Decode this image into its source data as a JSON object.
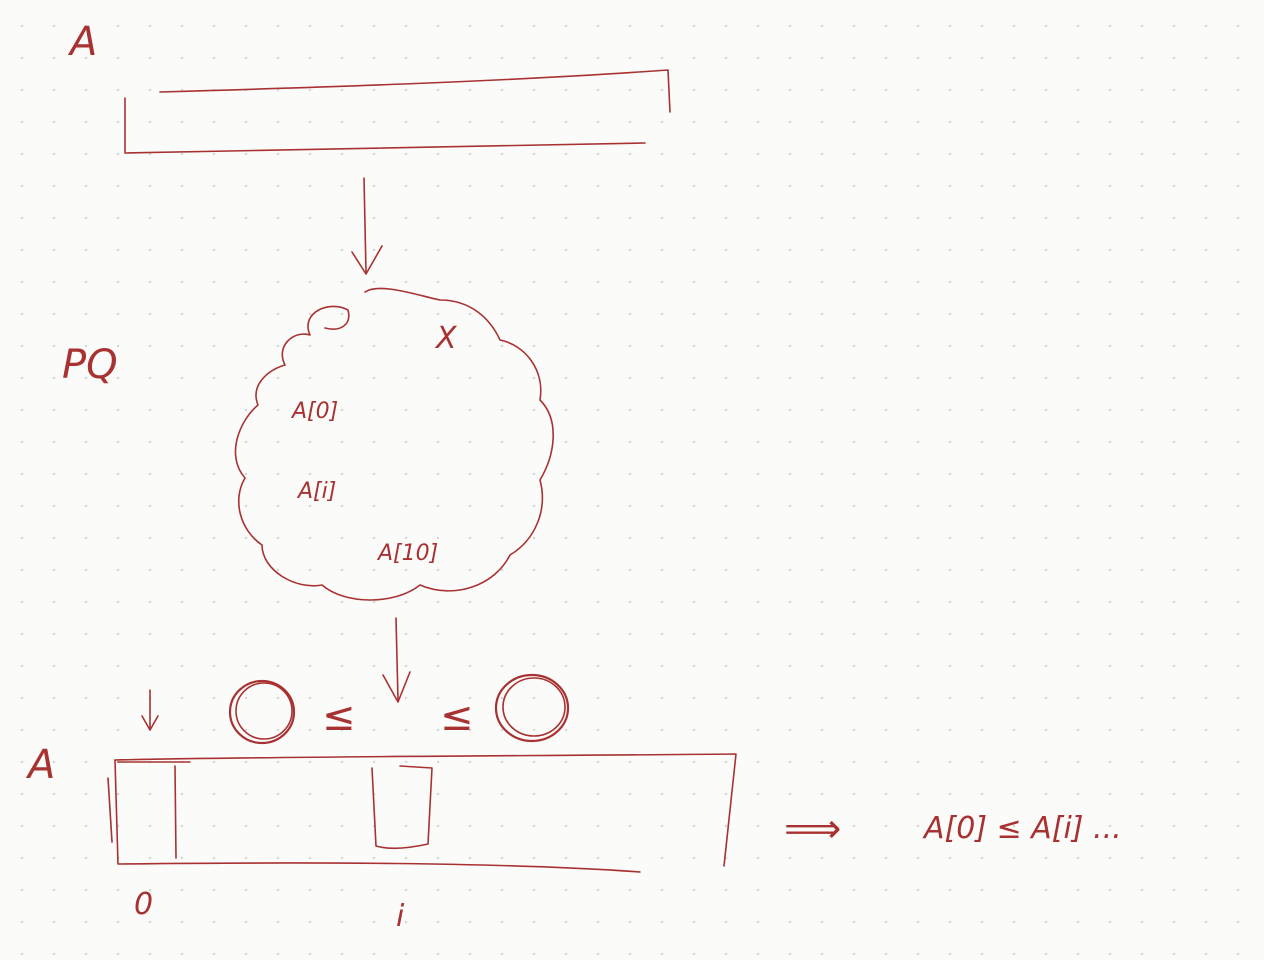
{
  "labels": {
    "top_array": "A",
    "pq": "PQ",
    "cloud_mark": "X",
    "cloud_item_1": "A[0]",
    "cloud_item_2": "A[i]",
    "cloud_item_3": "A[10]",
    "leq_left": "≤",
    "leq_right": "≤",
    "bottom_array": "A",
    "index_zero": "0",
    "index_i": "i",
    "implies": "⟹",
    "conclusion": "A[0] ≤ A[i] ..."
  },
  "colors": {
    "ink": "#a83232",
    "paper": "#fbfbfa",
    "grid_dot": "#d6d6d6"
  }
}
